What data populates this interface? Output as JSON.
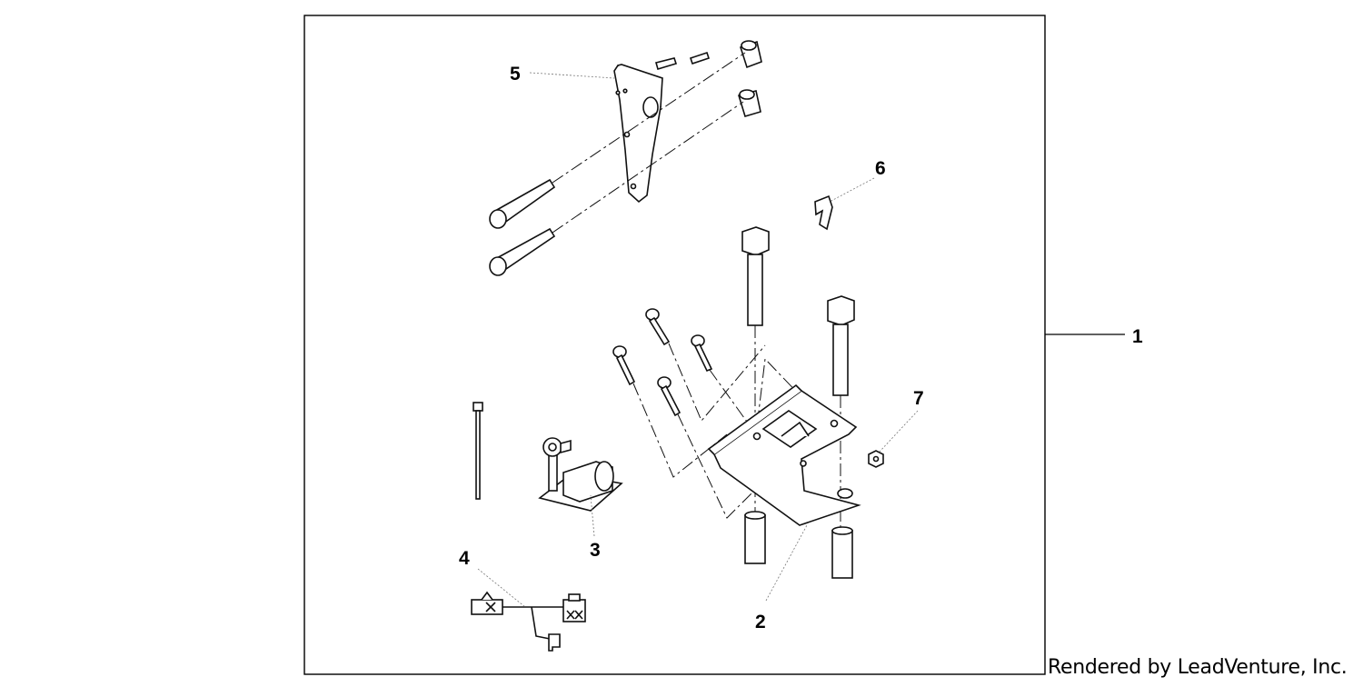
{
  "diagram": {
    "callouts": [
      "1",
      "2",
      "3",
      "4",
      "5",
      "6",
      "7"
    ],
    "credit": "Rendered by LeadVenture, Inc."
  }
}
